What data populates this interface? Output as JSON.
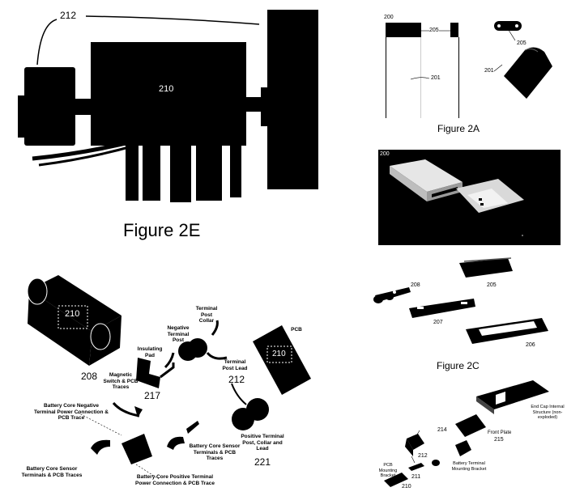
{
  "fig2e": {
    "caption": "Figure 2E",
    "ref_212": "212",
    "ref_210": "210"
  },
  "fig2a": {
    "caption": "Figure 2A",
    "ref_200": "200",
    "ref_205_left": "205",
    "ref_205_right": "205",
    "ref_201_left": "201",
    "ref_201_right": "201"
  },
  "fig2b": {
    "ref_200": "200"
  },
  "fig2c": {
    "caption": "Figure 2C",
    "ref_208": "208",
    "ref_205": "205",
    "ref_207": "207",
    "ref_206": "206"
  },
  "exploded": {
    "ref_210_core": "210",
    "ref_208": "208",
    "terminal_post_collar": "Terminal Post Collar",
    "negative_terminal_post": "Negative Terminal Post",
    "insulating_pad": "Insulating Pad",
    "pcb": "PCB",
    "ref_210_pcb": "210",
    "terminal_post_lead": "Terminal Post Lead",
    "ref_212": "212",
    "magnetic_switch": "Magnetic Switch & PCB Traces",
    "ref_217": "217",
    "neg_power_conn": "Battery Core Negative Terminal Power Connection & PCB Trace",
    "sensor_right": "Battery Core Sensor Terminals & PCB Traces",
    "positive_post": "Positive Terminal Post, Collar and Lead",
    "ref_221": "221",
    "sensor_left": "Battery Core Sensor Terminals & PCB Traces",
    "pos_power_conn": "Battery Core Positive Terminal Power Connection & PCB Trace"
  },
  "fig2d": {
    "ref_214": "214",
    "front_plate": "Front Plate",
    "ref_215": "215",
    "end_cap": "End Cap Internal Structure (non-exploded)",
    "pcb_mounting_bracket": "PCB Mounting Bracket",
    "ref_212": "212",
    "ref_211": "211",
    "ref_210": "210",
    "battery_terminal_bracket": "Battery Terminal Mounting Bracket"
  }
}
